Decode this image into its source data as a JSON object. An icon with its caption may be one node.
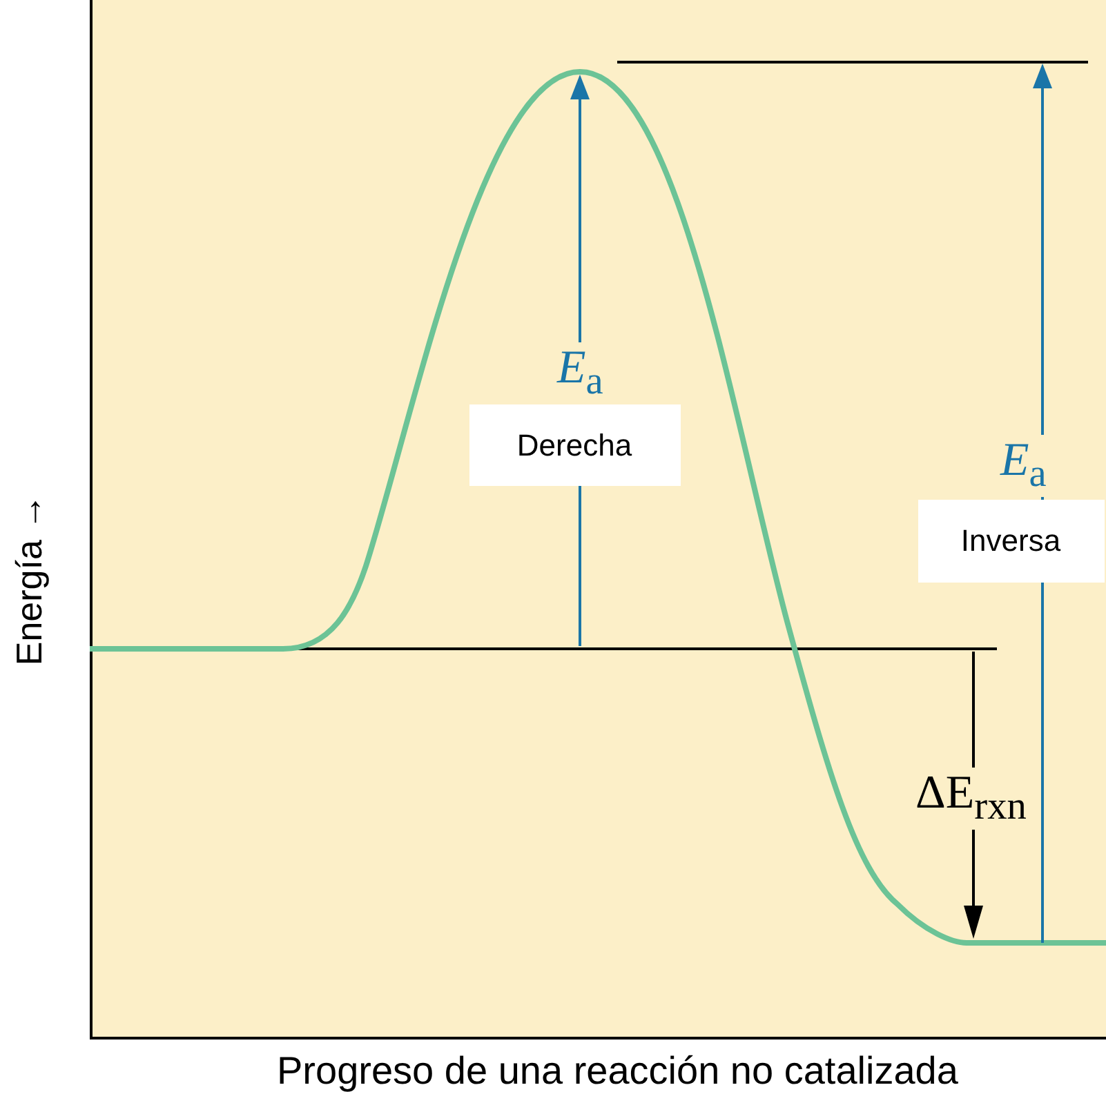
{
  "diagram": {
    "labels": [
      "Energía →",
      "*E*$_{a}$",
      "Derecha",
      "*E*$_{a}$",
      "Inversa",
      "ΔE$_{rxn}$",
      "Progreso de una reacción no catalizada"
    ]
  }
}
